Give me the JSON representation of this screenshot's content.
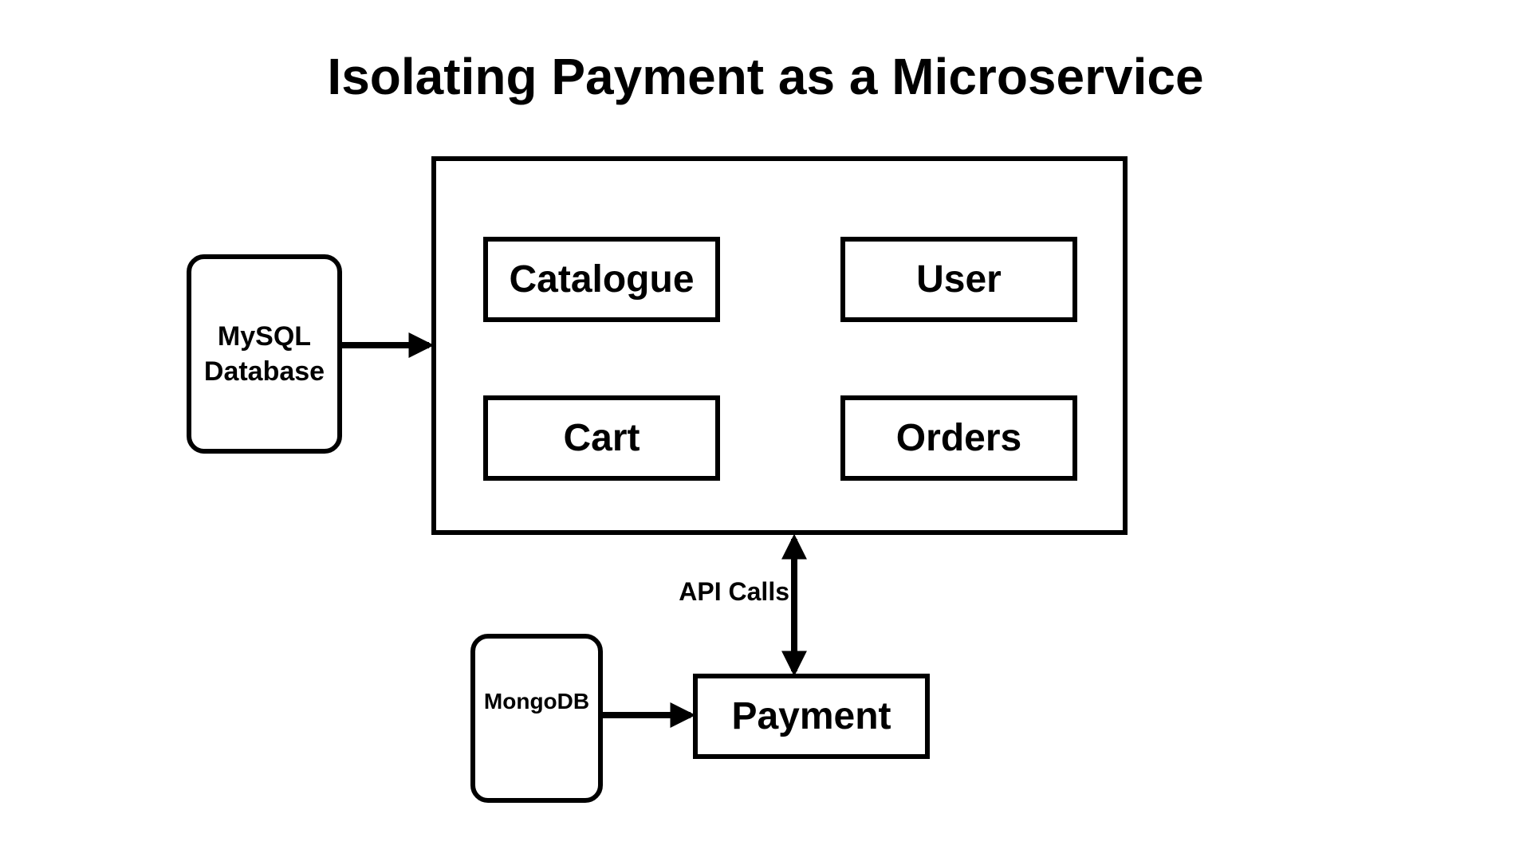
{
  "title": "Isolating Payment as a Microservice",
  "monolith": {
    "services": {
      "catalogue": "Catalogue",
      "user": "User",
      "cart": "Cart",
      "orders": "Orders"
    }
  },
  "payment_service": "Payment",
  "databases": {
    "mysql": {
      "line1": "MySQL",
      "line2": "Database"
    },
    "mongodb": "MongoDB"
  },
  "connections": {
    "api_label": "API Calls"
  },
  "colors": {
    "stroke": "#000000",
    "background": "#ffffff"
  }
}
